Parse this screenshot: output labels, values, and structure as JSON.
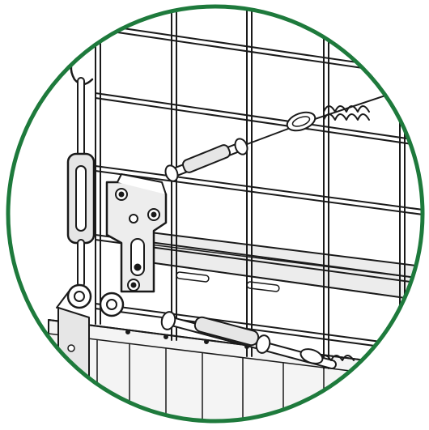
{
  "figure": {
    "kind": "technical line drawing detail callout",
    "colors": {
      "frame_ring": "#1e7a3c",
      "line": "#1a1a1a",
      "fill_light": "#ffffff",
      "fill_shade": "#e6e6e6",
      "fill_mid": "#cfcfcf"
    },
    "components": [
      "wire-mesh-grid",
      "vertical-turnbuckle",
      "diagonal-turnbuckle",
      "lower-turnbuckle",
      "bracket-plate",
      "slotted-rail",
      "cable-with-thimble-and-clamps",
      "lower-panel"
    ]
  }
}
